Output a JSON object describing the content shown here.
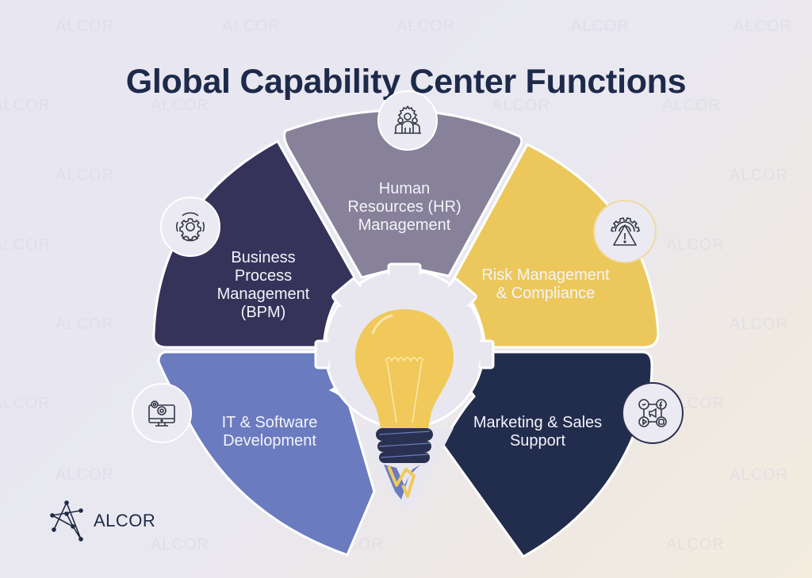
{
  "title": "Global Capability Center Functions",
  "brand": {
    "name": "ALCOR",
    "watermark_text": "ALCOR"
  },
  "center": {
    "icon": "lightbulb-in-gear-icon",
    "colors": {
      "bulb": "#f0c95a",
      "base": "#2a3150",
      "gear": "#e8e7f0"
    }
  },
  "functions": [
    {
      "id": "hr",
      "label": "Human\nResources (HR)\nManagement",
      "icon": "hr-gear-people-icon",
      "color": "#878199"
    },
    {
      "id": "bpm",
      "label": "Business\nProcess\nManagement\n(BPM)",
      "icon": "gear-cycle-icon",
      "color": "#36335a"
    },
    {
      "id": "risk",
      "label": "Risk Management\n& Compliance",
      "icon": "gear-warning-icon",
      "color": "#ecc85c"
    },
    {
      "id": "it",
      "label": "IT & Software\nDevelopment",
      "icon": "computer-gears-icon",
      "color": "#6b7bbf"
    },
    {
      "id": "marketing",
      "label": "Marketing & Sales\nSupport",
      "icon": "social-media-megaphone-icon",
      "color": "#222c4d"
    }
  ]
}
